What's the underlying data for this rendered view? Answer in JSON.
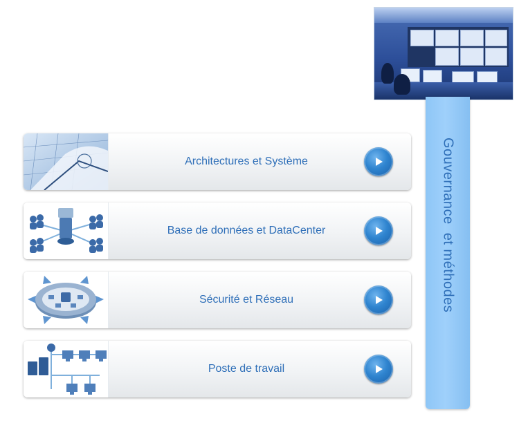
{
  "items": [
    {
      "label": "Architectures et Système"
    },
    {
      "label": "Base de données et DataCenter"
    },
    {
      "label": "Sécurité et Réseau"
    },
    {
      "label": "Poste de travail"
    }
  ],
  "sidebar": {
    "label": "Gouvernance  et méthodes"
  },
  "colors": {
    "accent_text": "#2f6fb8",
    "button": "#2f84cf",
    "bar": "#9fd0fb"
  },
  "icons": {
    "play": "play-icon",
    "photo": "control-room-photo"
  }
}
